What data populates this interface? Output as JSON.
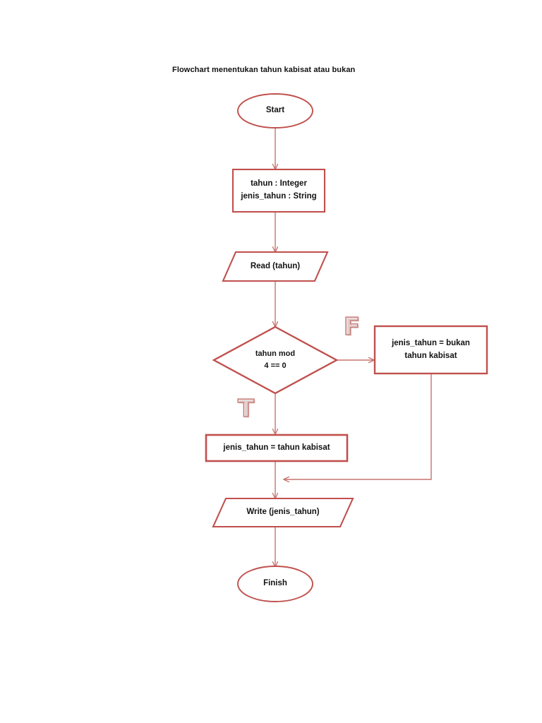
{
  "document": {
    "title": "Flowchart menentukan tahun kabisat atau bukan"
  },
  "theme": {
    "shape_border": "#C0504D",
    "connector": "#C5736E",
    "text": "#121212",
    "background": "#FFFFFF",
    "branch_letter_outline": "#C9817D"
  },
  "flowchart": {
    "type": "flowchart",
    "nodes": [
      {
        "id": "start",
        "shape": "terminator",
        "label": "Start",
        "lines": [
          "Start"
        ]
      },
      {
        "id": "declare",
        "shape": "process",
        "label": "tahun : Integer / jenis_tahun : String",
        "lines": [
          "tahun : Integer",
          "jenis_tahun : String"
        ]
      },
      {
        "id": "read",
        "shape": "data",
        "label": "Read (tahun)",
        "lines": [
          "Read (tahun)"
        ]
      },
      {
        "id": "decision",
        "shape": "decision",
        "label": "tahun mod 4 == 0",
        "lines": [
          "tahun mod",
          "4 == 0"
        ]
      },
      {
        "id": "not-leap",
        "shape": "process",
        "label": "jenis_tahun = bukan tahun kabisat",
        "lines": [
          "jenis_tahun = bukan",
          "tahun kabisat"
        ]
      },
      {
        "id": "leap",
        "shape": "process",
        "label": "jenis_tahun = tahun kabisat",
        "lines": [
          "jenis_tahun = tahun kabisat"
        ]
      },
      {
        "id": "write",
        "shape": "data",
        "label": "Write (jenis_tahun)",
        "lines": [
          "Write (jenis_tahun)"
        ]
      },
      {
        "id": "finish",
        "shape": "terminator",
        "label": "Finish",
        "lines": [
          "Finish"
        ]
      }
    ],
    "branch_labels": [
      {
        "id": "false-branch",
        "text": "F",
        "from": "decision",
        "to": "not-leap"
      },
      {
        "id": "true-branch",
        "text": "T",
        "from": "decision",
        "to": "leap"
      }
    ],
    "edges": [
      {
        "from": "start",
        "to": "declare",
        "label": ""
      },
      {
        "from": "declare",
        "to": "read",
        "label": ""
      },
      {
        "from": "read",
        "to": "decision",
        "label": ""
      },
      {
        "from": "decision",
        "to": "not-leap",
        "label": "F"
      },
      {
        "from": "decision",
        "to": "leap",
        "label": "T"
      },
      {
        "from": "leap",
        "to": "write",
        "label": ""
      },
      {
        "from": "not-leap",
        "to": "write",
        "label": ""
      },
      {
        "from": "write",
        "to": "finish",
        "label": ""
      }
    ]
  }
}
